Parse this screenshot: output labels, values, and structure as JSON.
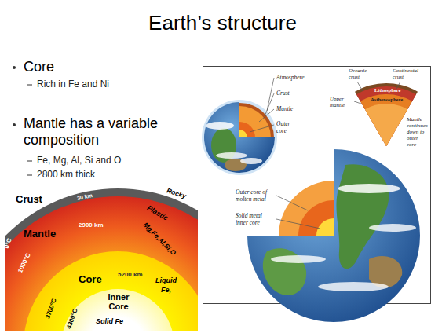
{
  "diagram": {
    "title": "Earth’s structure",
    "labels": [
      "Core",
      "Rich in Fe and Ni",
      "Mantle has a variable composition",
      "Fe, Mg, Al, Si and O",
      "2800 km thick",
      "Crust",
      "30 km",
      "Rocky",
      "Mantle",
      "2900 km",
      "Plastic",
      "Mg,Fe,Al,Si,O",
      "0°C",
      "1000°C",
      "Core",
      "5200 km",
      "Inner Core",
      "Liquid",
      "Fe,",
      "3700°C",
      "4300°C",
      "Solid Fe",
      "Atmosphere",
      "Crust",
      "Mantle",
      "Outer core",
      "Oceanic crust",
      "Continental crust",
      "Upper mantle",
      "Lithosphere",
      "Asthenosphere",
      "Mantle continues down to outer core",
      "Outer core of molten metal",
      "Solid metal inner core"
    ]
  }
}
